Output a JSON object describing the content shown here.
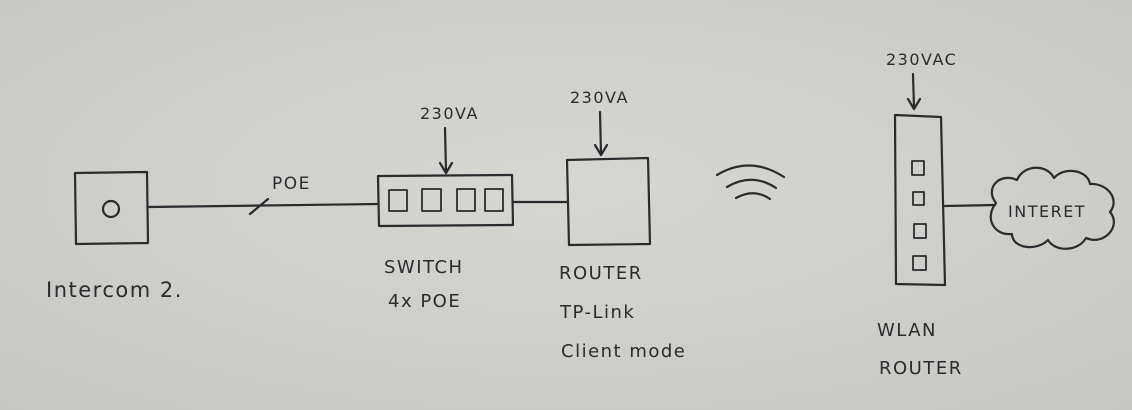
{
  "intercom": {
    "label": "Intercom 2."
  },
  "poe_cable": {
    "label": "POE"
  },
  "switch": {
    "power": "230VA",
    "label_line1": "SWITCH",
    "label_line2": "4x POE"
  },
  "router": {
    "power": "230VA",
    "label_line1": "ROUTER",
    "label_line2": "TP-Link",
    "label_line3": "Client mode"
  },
  "wlan_router": {
    "power": "230VAC",
    "label_line1": "WLAN",
    "label_line2": "ROUTER"
  },
  "internet": {
    "label": "INTERET"
  },
  "colors": {
    "paper": "#cfd0cc",
    "ink": "#2b2b2e"
  }
}
